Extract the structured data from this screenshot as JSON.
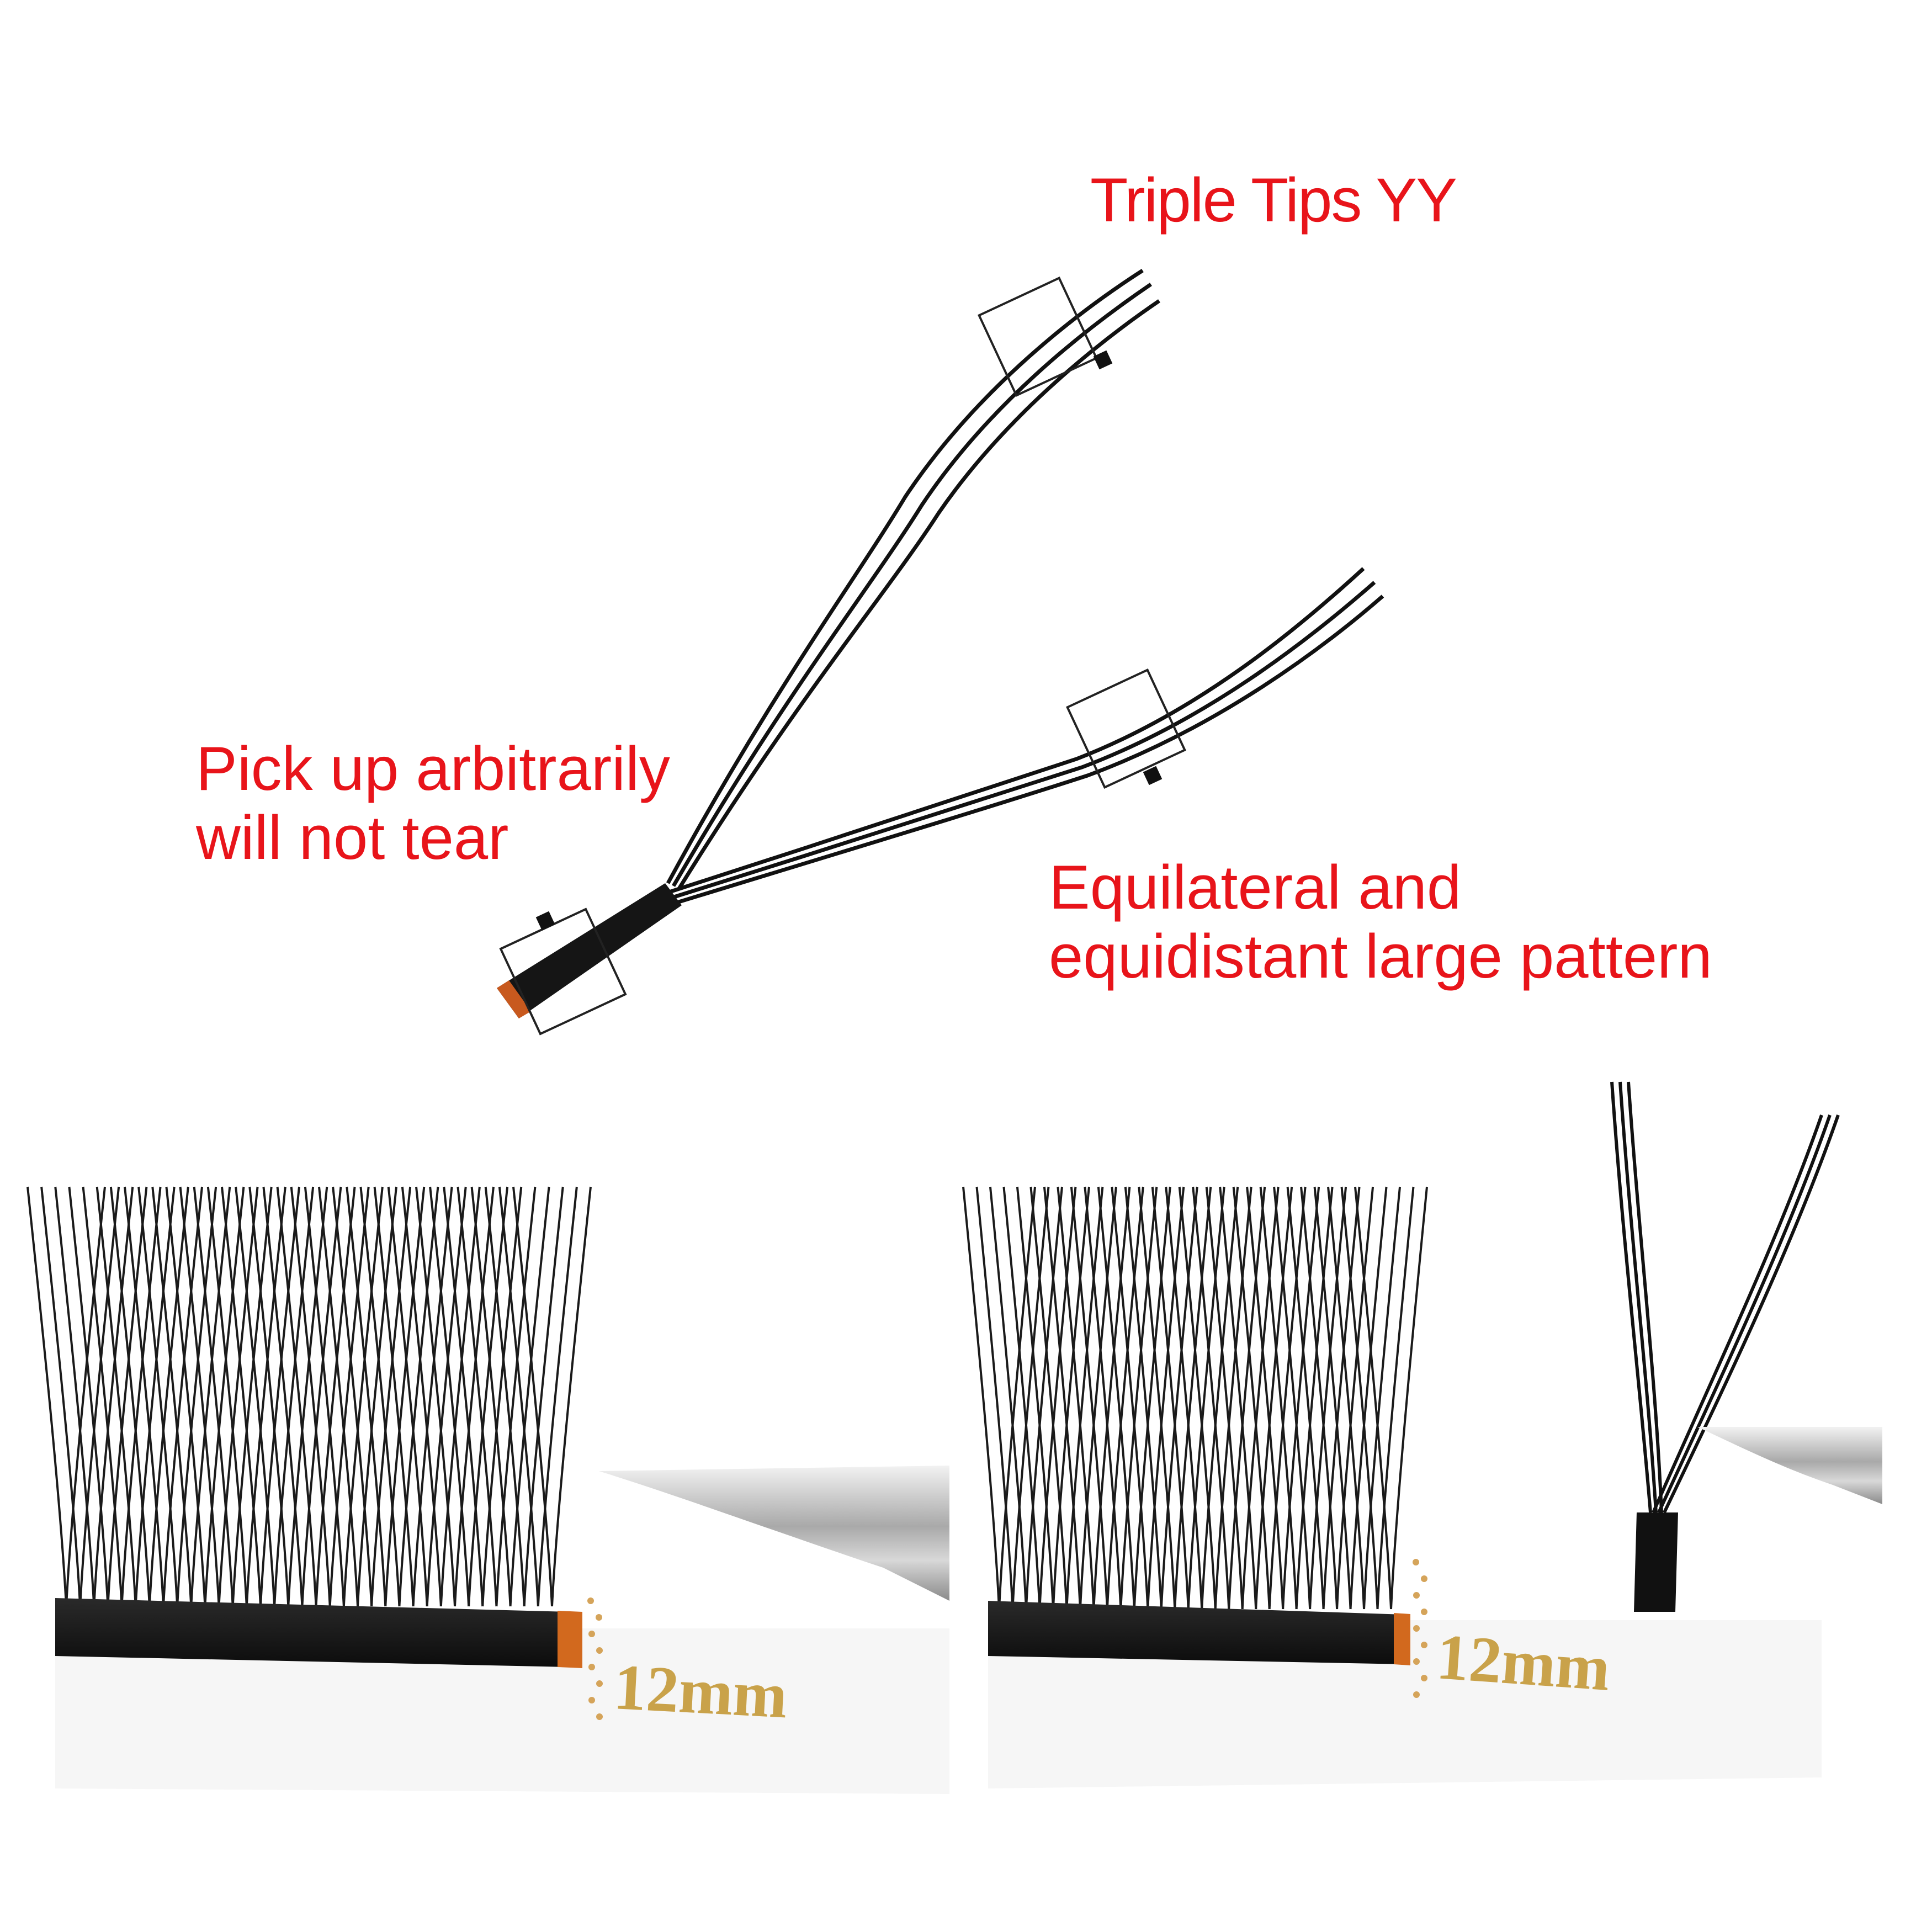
{
  "labels": {
    "title": "Triple Tips YY",
    "pickup_line1": "Pick up arbitrarily",
    "pickup_line2": "will not tear",
    "equilateral_line1": "Equilateral and",
    "equilateral_line2": "equidistant large pattern"
  },
  "photos": {
    "left_tray_length": "12mm",
    "right_tray_length": "12mm"
  },
  "colors": {
    "label_red": "#e8141a",
    "lash_black": "#111111",
    "tray_gold": "#c9a24a",
    "strip_orange": "#d2691e"
  },
  "icons": {
    "selection_box": "transform-handle-icon",
    "tweezers": "tweezers-icon"
  }
}
